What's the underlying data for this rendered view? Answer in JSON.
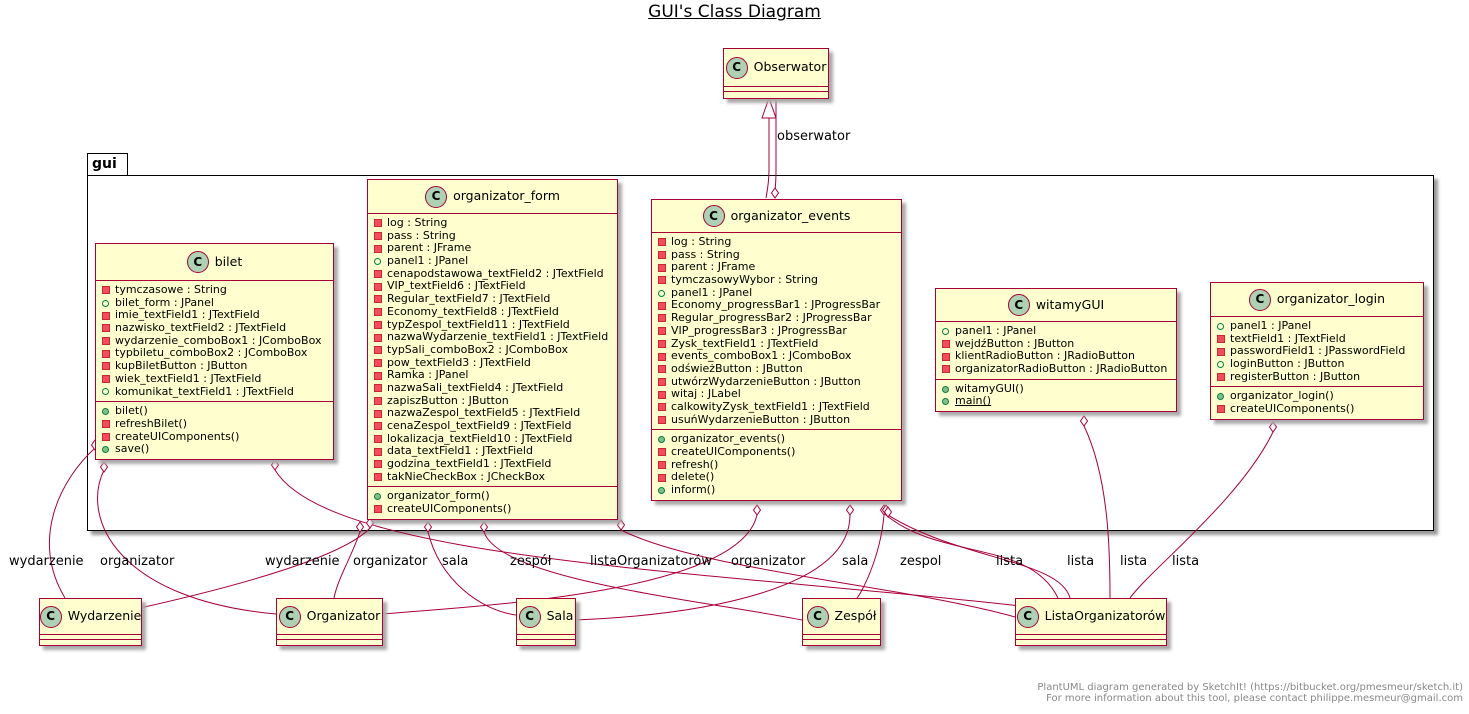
{
  "title": "GUI's Class Diagram",
  "package_name": "gui",
  "classes": {
    "obserwator": {
      "name": "Obserwator",
      "fields": [],
      "methods": []
    },
    "bilet": {
      "name": "bilet",
      "fields": [
        {
          "v": "-",
          "t": "tymczasowe : String"
        },
        {
          "v": "+",
          "t": "bilet_form : JPanel"
        },
        {
          "v": "-",
          "t": "imie_textField1 : JTextField"
        },
        {
          "v": "-",
          "t": "nazwisko_textField2 : JTextField"
        },
        {
          "v": "-",
          "t": "wydarzenie_comboBox1 : JComboBox"
        },
        {
          "v": "-",
          "t": "typbiletu_comboBox2 : JComboBox"
        },
        {
          "v": "-",
          "t": "kupBiletButton : JButton"
        },
        {
          "v": "-",
          "t": "wiek_textField1 : JTextField"
        },
        {
          "v": "+",
          "t": "komunikat_textField1 : JTextField"
        }
      ],
      "methods": [
        {
          "v": "+",
          "t": "bilet()"
        },
        {
          "v": "-",
          "t": "refreshBilet()"
        },
        {
          "v": "-",
          "t": "createUIComponents()"
        },
        {
          "v": "+",
          "t": "save()"
        }
      ]
    },
    "organizator_form": {
      "name": "organizator_form",
      "fields": [
        {
          "v": "-",
          "t": "log : String"
        },
        {
          "v": "-",
          "t": "pass : String"
        },
        {
          "v": "-",
          "t": "parent : JFrame"
        },
        {
          "v": "+",
          "t": "panel1 : JPanel"
        },
        {
          "v": "-",
          "t": "cenapodstawowa_textField2 : JTextField"
        },
        {
          "v": "-",
          "t": "VIP_textField6 : JTextField"
        },
        {
          "v": "-",
          "t": "Regular_textField7 : JTextField"
        },
        {
          "v": "-",
          "t": "Economy_textField8 : JTextField"
        },
        {
          "v": "-",
          "t": "typZespol_textField11 : JTextField"
        },
        {
          "v": "-",
          "t": "nazwaWydarzenie_textField1 : JTextField"
        },
        {
          "v": "-",
          "t": "typSali_comboBox2 : JComboBox"
        },
        {
          "v": "-",
          "t": "pow_textField3 : JTextField"
        },
        {
          "v": "-",
          "t": "Ramka : JPanel"
        },
        {
          "v": "-",
          "t": "nazwaSali_textField4 : JTextField"
        },
        {
          "v": "-",
          "t": "zapiszButton : JButton"
        },
        {
          "v": "-",
          "t": "nazwaZespol_textField5 : JTextField"
        },
        {
          "v": "-",
          "t": "cenaZespol_textField9 : JTextField"
        },
        {
          "v": "-",
          "t": "lokalizacja_textField10 : JTextField"
        },
        {
          "v": "-",
          "t": "data_textField1 : JTextField"
        },
        {
          "v": "-",
          "t": "godzina_textField1 : JTextField"
        },
        {
          "v": "-",
          "t": "takNieCheckBox : JCheckBox"
        }
      ],
      "methods": [
        {
          "v": "+",
          "t": "organizator_form()"
        },
        {
          "v": "-",
          "t": "createUIComponents()"
        }
      ]
    },
    "organizator_events": {
      "name": "organizator_events",
      "fields": [
        {
          "v": "-",
          "t": "log : String"
        },
        {
          "v": "-",
          "t": "pass : String"
        },
        {
          "v": "-",
          "t": "parent : JFrame"
        },
        {
          "v": "-",
          "t": "tymczasowyWybor : String"
        },
        {
          "v": "+",
          "t": "panel1 : JPanel"
        },
        {
          "v": "-",
          "t": "Economy_progressBar1 : JProgressBar"
        },
        {
          "v": "-",
          "t": "Regular_progressBar2 : JProgressBar"
        },
        {
          "v": "-",
          "t": "VIP_progressBar3 : JProgressBar"
        },
        {
          "v": "-",
          "t": "Zysk_textField1 : JTextField"
        },
        {
          "v": "-",
          "t": "events_comboBox1 : JComboBox"
        },
        {
          "v": "-",
          "t": "odświeżButton : JButton"
        },
        {
          "v": "-",
          "t": "utwórzWydarzenieButton : JButton"
        },
        {
          "v": "-",
          "t": "witaj : JLabel"
        },
        {
          "v": "-",
          "t": "calkowityZysk_textField1 : JTextField"
        },
        {
          "v": "-",
          "t": "usuńWydarzenieButton : JButton"
        }
      ],
      "methods": [
        {
          "v": "+",
          "t": "organizator_events()"
        },
        {
          "v": "-",
          "t": "createUIComponents()"
        },
        {
          "v": "-",
          "t": "refresh()"
        },
        {
          "v": "-",
          "t": "delete()"
        },
        {
          "v": "+",
          "t": "inform()"
        }
      ]
    },
    "witamyGUI": {
      "name": "witamyGUI",
      "fields": [
        {
          "v": "+",
          "t": "panel1 : JPanel"
        },
        {
          "v": "-",
          "t": "wejdźButton : JButton"
        },
        {
          "v": "-",
          "t": "klientRadioButton : JRadioButton"
        },
        {
          "v": "-",
          "t": "organizatorRadioButton : JRadioButton"
        }
      ],
      "methods": [
        {
          "v": "+",
          "t": "witamyGUI()"
        },
        {
          "v": "+s",
          "t": "main()"
        }
      ]
    },
    "organizator_login": {
      "name": "organizator_login",
      "fields": [
        {
          "v": "+",
          "t": "panel1 : JPanel"
        },
        {
          "v": "-",
          "t": "textField1 : JTextField"
        },
        {
          "v": "-",
          "t": "passwordField1 : JPasswordField"
        },
        {
          "v": "+",
          "t": "loginButton : JButton"
        },
        {
          "v": "-",
          "t": "registerButton : JButton"
        }
      ],
      "methods": [
        {
          "v": "+",
          "t": "organizator_login()"
        },
        {
          "v": "-",
          "t": "createUIComponents()"
        }
      ]
    },
    "wydarzenie": {
      "name": "Wydarzenie"
    },
    "organizator": {
      "name": "Organizator"
    },
    "sala": {
      "name": "Sala"
    },
    "zespol": {
      "name": "Zespół"
    },
    "lista": {
      "name": "ListaOrganizatorów"
    }
  },
  "edge_labels": {
    "obserwator": "obserwator",
    "bilet_wydarzenie": "wydarzenie",
    "bilet_organizator": "organizator",
    "form_wydarzenie": "wydarzenie",
    "form_organizator": "organizator",
    "form_sala": "sala",
    "form_zespol": "zespół",
    "form_lista": "listaOrganizatorów",
    "events_organizator": "organizator",
    "events_sala": "sala",
    "events_zespol": "zespol",
    "events_lista": "lista",
    "events_lista2": "lista",
    "witamy_lista": "lista",
    "login_lista": "lista"
  },
  "colors": {
    "class_bg": "#fefece",
    "border": "#a80036",
    "icon_bg": "#add1b2"
  },
  "footer": {
    "line1": "PlantUML diagram generated by SketchIt! (https://bitbucket.org/pmesmeur/sketch.it)",
    "line2": "For more information about this tool, please contact philippe.mesmeur@gmail.com"
  }
}
